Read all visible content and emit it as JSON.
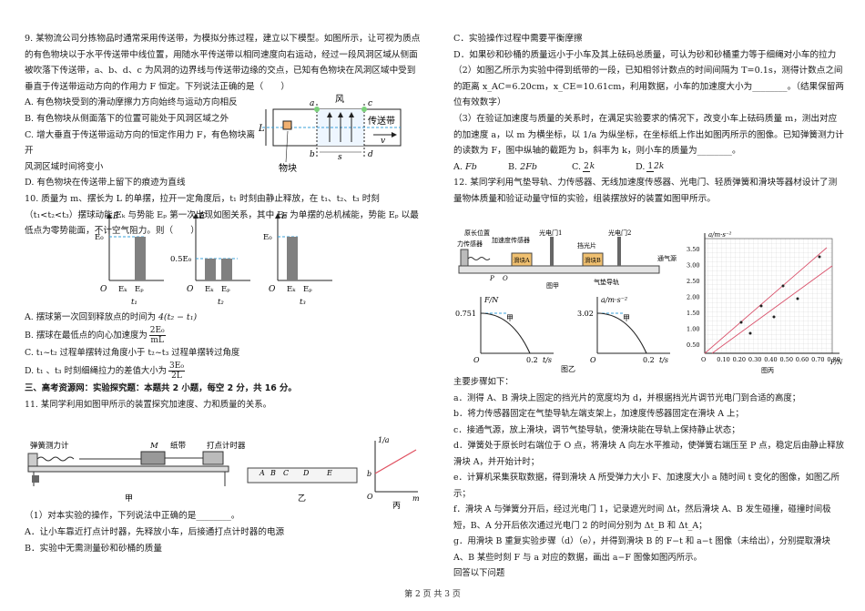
{
  "left": {
    "q9": {
      "stem": "9. 某物流公司分拣物品时通常采用传送带，为模拟分拣过程，建立以下模型。如图所示，让可视为质点的有色物块以于水平传送带中线位置，用随水平传送带以相同速度向右运动，经过一段风洞区域从侧面被吹落下传送带，a、b、d、c 为风洞的边界线与传送带边缘的交点，已知有色物块在风洞区域中受到垂直于传送带运动方向的作用力 F 恒定。下列说法正确的是（　　）",
      "options": [
        "A. 有色物块受到的滑动摩擦力方向始终与运动方向相反",
        "B. 有色物块从侧面落下的位置可能处于风洞区域之外",
        "C. 增大垂直于传送带运动方向的恒定作用力 F，有色物块离开",
        "风洞区域时间将变小",
        "D. 有色物块在传送带上留下的痕迹为直线"
      ],
      "figure": {
        "belt_label": "传送带",
        "wind_label": "风",
        "block_label": "物块",
        "points": [
          "a",
          "b",
          "c",
          "d"
        ],
        "L": "L",
        "s": "s",
        "v": "v"
      }
    },
    "q10": {
      "stem": "10. 质量为 m、摆长为 L 的单摆，拉开一定角度后，t₁ 时刻由静止释放，在 t₁、t₂、t₃ 时刻（t₁<t₂<t₃）摆球动能 Eₖ 与势能 Eₚ 第一次出现如图关系，其中 E₀ 为单摆的总机械能，势能 Eₚ 以最低点为零势能面，不计空气阻力。则（　　）",
      "graphs": [
        {
          "t": "t₁",
          "Ek": 0,
          "Ep": 1,
          "E0_label": "E₀"
        },
        {
          "t": "t₂",
          "Ek": 0.5,
          "Ep": 0.5,
          "E0_label": "0.5E₀"
        },
        {
          "t": "t₃",
          "Ek": 1,
          "Ep": 0,
          "E0_label": "E₀"
        }
      ],
      "axis_E": "E",
      "axis_O": "O",
      "label_Ek": "Eₖ",
      "label_Ep": "Eₚ",
      "options": [
        {
          "text": "A. 摆球第一次回到释放点的时间为",
          "expr": "4(t₂ − t₁)"
        },
        {
          "text": "B. 摆球在最低点的向心加速度为",
          "num": "2E₀",
          "den": "mL"
        },
        {
          "text": "C. t₁~t₂ 过程单摆转过角度小于 t₂~t₃ 过程单摆转过角度"
        },
        {
          "text": "D. t₁ 、t₃ 时刻细绳拉力的差值大小为",
          "num": "3E₀",
          "den": "2L"
        }
      ]
    },
    "section3": "三、高考资源网：实验探究题：本题共 2 小题，每空 2 分，共 16 分。",
    "q11": {
      "stem": "11. 某同学利用如图甲所示的装置探究加速度、力和质量的关系。",
      "fig_labels": {
        "spring": "弹簧测力计",
        "paper": "纸带",
        "timer": "打点计时器",
        "M": "M",
        "jia": "甲",
        "yi": "乙",
        "bing": "丙",
        "points": [
          "A",
          "B",
          "C",
          "D",
          "E"
        ],
        "axis_y": "1/a",
        "axis_x": "m",
        "b": "b",
        "O": "O"
      },
      "sub1": "（1）对本实验的操作，下列说法中正确的是________。",
      "sub1_options": [
        "A．让小车靠近打点计时器，先释放小车，后接通打点计时器的电源",
        "B．实验中无需测量砂和砂桶的质量"
      ]
    }
  },
  "right": {
    "q11_cont": [
      "C．实验操作过程中需要平衡摩擦",
      "D．如果砂和砂桶的质量远小于小车及其上砝码总质量，可认为砂和砂桶重力等于细绳对小车的拉力",
      "（2）如图乙所示为实验中得到纸带的一段，已知相邻计数点的时间间隔为 T=0.1s，测得计数点之间的距离 x_AC=6.20cm，x_CE=10.61cm，利用数据，小车的加速度大小为________。（结果保留两位有效数字）",
      "（3）在验证加速度与质量的关系时，在满足实验要求的情况下，改变小车上砝码质量 m，测出对应的加速度 a，以 m 为横坐标，以 1/a 为纵坐标，在坐标纸上作出如图丙所示的图像。已知弹簧测力计的读数为 F，图中纵轴的截距为 b，斜率为 k，则小车的质量为________。"
    ],
    "q11_sub3_options": [
      {
        "label": "A.",
        "expr": "Fb"
      },
      {
        "label": "B.",
        "expr": "2Fb"
      },
      {
        "label": "C.",
        "num": "2",
        "den": "k"
      },
      {
        "label": "D.",
        "num": "1",
        "den": "2k"
      }
    ],
    "q12": {
      "stem": "12. 某同学利用气垫导轨、力传感器、无线加速度传感器、光电门、轻质弹簧和滑块等器材设计了测量物体质量和验证动量守恒的实验，组装摆放好的装置如图甲所示。",
      "fig_labels": {
        "accel_sensor": "加速度传感器",
        "orig_length": "原长位置",
        "force_sensor": "力传感器",
        "block_B": "滑块B",
        "gate1": "光电门1",
        "gate2": "光电门2",
        "shade": "挡光片",
        "block_A": "滑块A",
        "air_rail": "气垫导轨",
        "air_in": "通气源",
        "O": "O",
        "P": "P",
        "jia": "图甲",
        "yi": "图乙",
        "bing": "图丙",
        "F_axis": "F/N",
        "a_axis": "a/m·s⁻²",
        "t_axis": "t/s",
        "F_axis_x": "F/N",
        "F0": "0.751",
        "a0": "3.02",
        "t_end": "0.2",
        "curve_label": "甲"
      },
      "chart_bing": {
        "yticks": [
          "3.50",
          "3.00",
          "2.50",
          "2.00",
          "1.50",
          "1.00",
          "0.50"
        ],
        "xticks": [
          "O",
          "0.10",
          "0.20",
          "0.30",
          "0.40",
          "0.50",
          "0.60",
          "0.70",
          "0.80"
        ],
        "x_unit": "F/N"
      },
      "steps_title": "主要步骤如下：",
      "steps": [
        "a．测得 A、B 滑块上固定的挡光片的宽度均为 d，并根据挡光片调节光电门到合适的高度；",
        "b．将力传感器固定在气垫导轨左端支架上，加速度传感器固定在滑块 A 上；",
        "c．接通气源，放上滑块，调节气垫导轨，使滑块能在导轨上保持静止状态；",
        "d．弹簧处于原长时右端位于 O 点，将滑块 A 向左水平推动，使弹簧右端压至 P 点，稳定后由静止释放滑块 A，并开始计时；",
        "e．计算机采集获取数据，得到滑块 A 所受弹力大小 F、加速度大小 a 随时间 t 变化的图像，如图乙所示；",
        "f．滑块 A 与弹簧分开后，经过光电门 1，记录遮光时间 Δt，然后滑块 A、B 发生碰撞，碰撞时间极短，B、A 分开后依次通过光电门 2 的时间分别为 Δt_B 和 Δt_A；",
        "g．用滑块 B 重复实验步骤（d）（e），并得到滑块 B 的 F−t 和 a−t 图像（未给出），分别提取滑块 A、B 某些时刻 F 与 a 对应的数据，画出 a−F 图像如图丙所示。",
        "回答以下问题"
      ]
    }
  },
  "footer": "第 2 页  共 3 页"
}
